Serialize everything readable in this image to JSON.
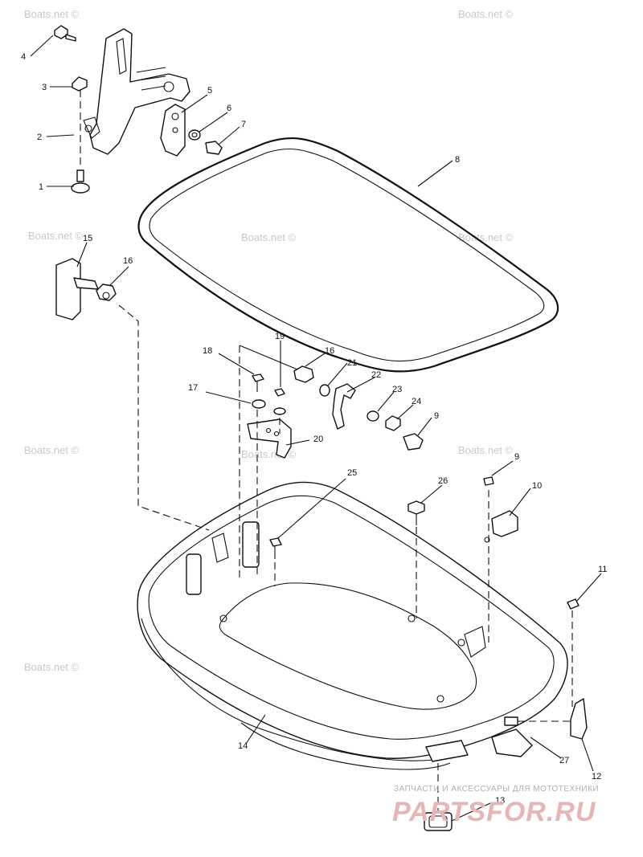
{
  "watermark": "Boats.net ©",
  "brand": {
    "tagline": "ЗАПЧАСТИ И АКСЕССУАРЫ ДЛЯ МОТОТЕХНИКИ",
    "logo": "PARTSFOR.RU"
  },
  "callouts": [
    "4",
    "3",
    "2",
    "1",
    "5",
    "6",
    "7",
    "8",
    "15",
    "16",
    "18",
    "19",
    "16",
    "21",
    "22",
    "23",
    "24",
    "9",
    "17",
    "20",
    "25",
    "26",
    "9",
    "10",
    "11",
    "14",
    "27",
    "12",
    "13"
  ]
}
